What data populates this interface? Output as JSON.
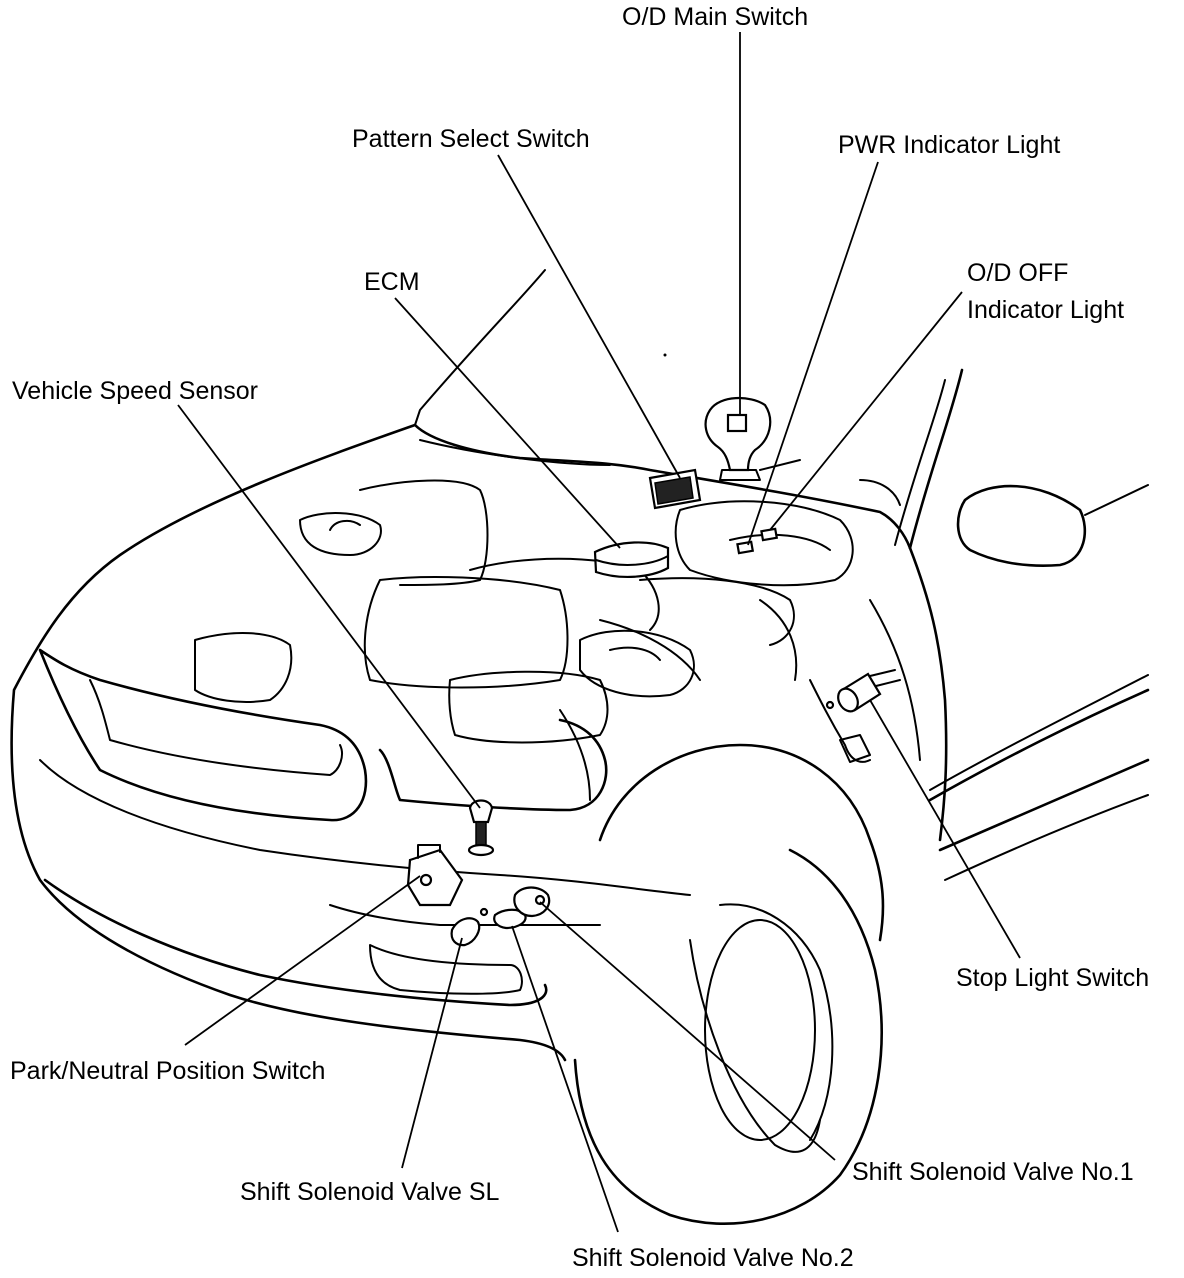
{
  "labels": {
    "od_main_switch": "O/D Main Switch",
    "pattern_select_switch": "Pattern Select Switch",
    "pwr_indicator_light": "PWR Indicator Light",
    "ecm": "ECM",
    "od_off_line1": "O/D OFF",
    "od_off_line2": "Indicator Light",
    "vehicle_speed_sensor": "Vehicle Speed Sensor",
    "stop_light_switch": "Stop Light Switch",
    "park_neutral_position_switch": "Park/Neutral Position Switch",
    "shift_solenoid_valve_no1": "Shift Solenoid Valve No.1",
    "shift_solenoid_valve_sl": "Shift Solenoid Valve SL",
    "shift_solenoid_valve_no2": "Shift Solenoid Valve No.2"
  },
  "colors": {
    "line": "#000000",
    "background": "#ffffff"
  }
}
